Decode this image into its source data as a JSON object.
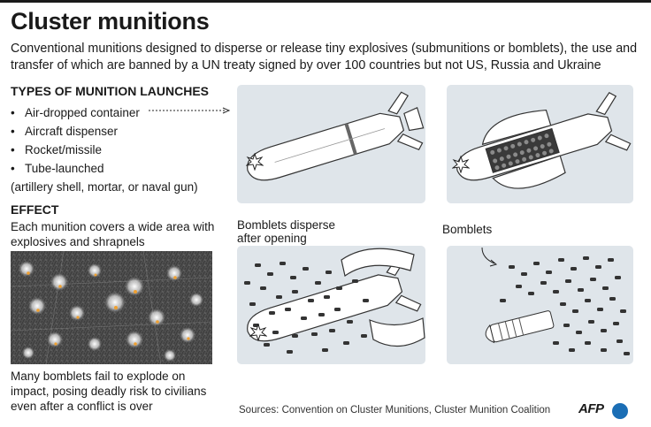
{
  "title": "Cluster munitions",
  "subtitle": "Conventional munitions designed to disperse or release tiny explosives (submunitions or bomblets), the use and transfer of which are banned by a UN treaty signed by over 100 countries but not US, Russia and Ukraine",
  "launches": {
    "heading": "TYPES OF MUNITION LAUNCHES",
    "items": [
      {
        "label": "Air-dropped container"
      },
      {
        "label": "Aircraft dispenser"
      },
      {
        "label": "Rocket/missile"
      },
      {
        "label": "Tube-launched",
        "sub": "(artillery shell, mortar, or naval gun)"
      }
    ]
  },
  "effect": {
    "heading": "EFFECT",
    "text": "Each munition covers a wide area with explosives and shrapnels",
    "caption": "Many bomblets fail to explode on impact, posing deadly risk to civilians even after a conflict is over"
  },
  "panels": {
    "disperse_label": "Bomblets disperse after opening",
    "bomblets_label": "Bomblets"
  },
  "sources": "Sources: Convention on Cluster Munitions, Cluster Munition Coalition",
  "logo": "AFP",
  "colors": {
    "panel_bg": "#dfe5ea",
    "logo_blue": "#1b6eb5"
  }
}
